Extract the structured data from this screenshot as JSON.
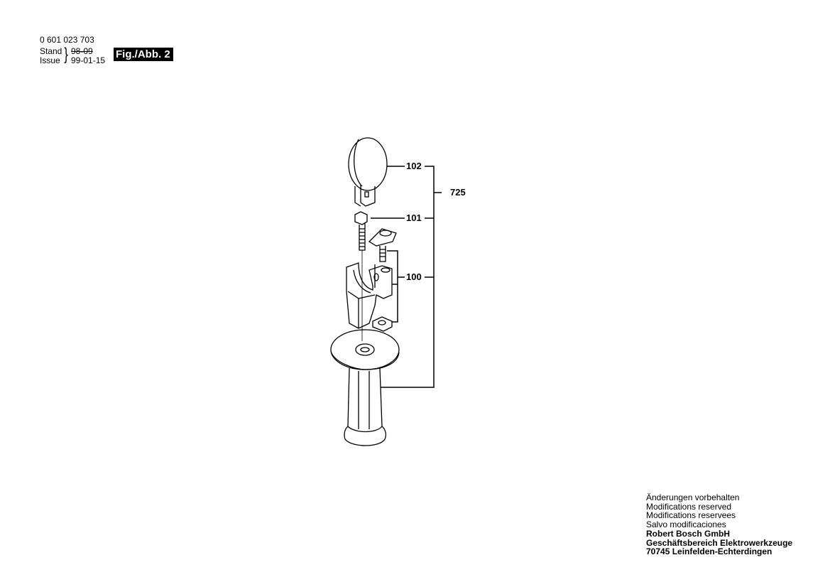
{
  "header": {
    "part_number": "0 601 023 703",
    "stand_label": "Stand",
    "stand_value": "98-09",
    "issue_label": "Issue",
    "issue_value": "99-01-15",
    "figure_label": "Fig./Abb. 2"
  },
  "diagram": {
    "callouts": [
      {
        "id": "102",
        "label": "102"
      },
      {
        "id": "101",
        "label": "101"
      },
      {
        "id": "100",
        "label": "100"
      },
      {
        "id": "725",
        "label": "725"
      }
    ]
  },
  "footer": {
    "lines": [
      "Änderungen vorbehalten",
      "Modifications reserved",
      "Modifications reservees",
      "Salvo modificaciones"
    ],
    "company": "Robert Bosch GmbH",
    "division": "Geschäftsbereich Elektrowerkzeuge",
    "address": "70745 Leinfelden-Echterdingen"
  }
}
